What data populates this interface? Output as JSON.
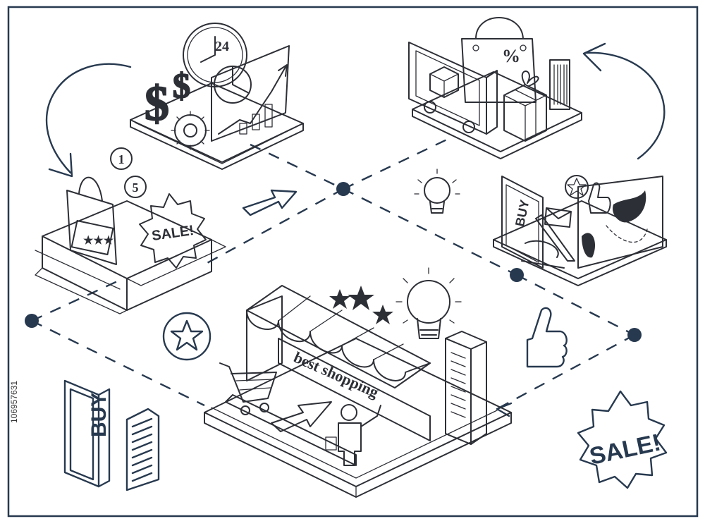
{
  "scene": {
    "store_sign": "best shopping",
    "sale_badge_large": "SALE!",
    "sale_badge_box": "SALE!",
    "buy_sign_left": "BUY",
    "buy_sign_map": "BUY",
    "clock_hours": "24",
    "percent_tag": "%",
    "coin_1": "1",
    "coin_2": "5",
    "stock_id": "106957631"
  },
  "colors": {
    "line_art": "#2d2f36",
    "accent_navy": "#27394f",
    "background": "#ffffff"
  },
  "icons": [
    "store-icon",
    "finance-icon",
    "delivery-truck-icon",
    "shopping-box-icon",
    "map-icon",
    "lightbulb-icon",
    "thumbs-up-icon",
    "star-circle-icon",
    "sale-badge-icon",
    "buy-sign-icon",
    "document-icon",
    "arrow-icon"
  ]
}
